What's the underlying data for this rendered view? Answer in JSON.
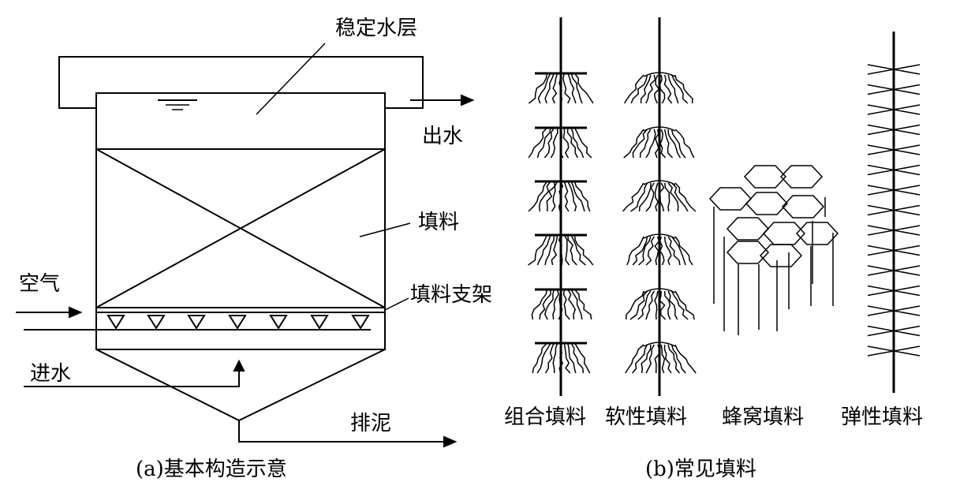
{
  "diagram_a": {
    "labels": {
      "stable_water": "稳定水层",
      "outlet": "出水",
      "packing": "填料",
      "air": "空气",
      "support": "填料支架",
      "inlet": "进水",
      "sludge": "排泥"
    },
    "caption": "(a)基本构造示意"
  },
  "diagram_b": {
    "packing_types": [
      {
        "label": "组合填料"
      },
      {
        "label": "软性填料"
      },
      {
        "label": "蜂窝填料"
      },
      {
        "label": "弹性填料"
      }
    ],
    "caption": "(b)常见填料"
  }
}
